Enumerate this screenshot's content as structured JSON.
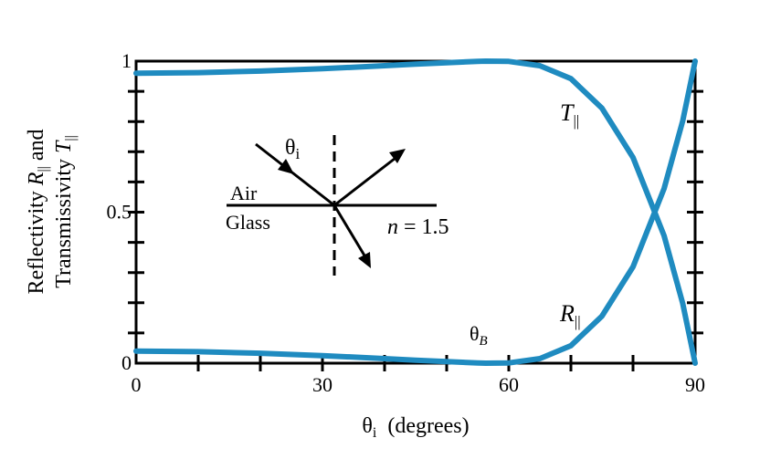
{
  "chart_data": {
    "type": "line",
    "xlabel": "θi (degrees)",
    "xlabel_main": "θ",
    "xlabel_sub": "i",
    "xlabel_rest": "(degrees)",
    "ylabel_line1": "Reflectivity R|| and",
    "ylabel_line2": "Transmissivity T||",
    "ylabel": {
      "line1_main": "Reflectivity ",
      "line1_var": "R",
      "line1_sub": "||",
      "line1_end": " and",
      "line2_main": "Transmissivity ",
      "line2_var": "T",
      "line2_sub": "||"
    },
    "xlim": [
      0,
      90
    ],
    "ylim": [
      0,
      1
    ],
    "x_ticks": [
      "0",
      "30",
      "60",
      "90"
    ],
    "y_ticks": [
      "0",
      "0.5",
      "1"
    ],
    "series": [
      {
        "name": "T||",
        "color": "#1f8bc0",
        "x": [
          0,
          10,
          20,
          30,
          40,
          45,
          50,
          55,
          56.3,
          60,
          65,
          70,
          75,
          80,
          85,
          88,
          90
        ],
        "y": [
          0.96,
          0.962,
          0.967,
          0.975,
          0.985,
          0.99,
          0.995,
          0.999,
          1.0,
          0.999,
          0.985,
          0.942,
          0.844,
          0.681,
          0.422,
          0.198,
          0.0
        ]
      },
      {
        "name": "R||",
        "color": "#1f8bc0",
        "x": [
          0,
          10,
          20,
          30,
          40,
          45,
          50,
          55,
          56.3,
          60,
          65,
          70,
          75,
          80,
          85,
          88,
          90
        ],
        "y": [
          0.04,
          0.038,
          0.033,
          0.025,
          0.015,
          0.01,
          0.005,
          0.001,
          0.0,
          0.001,
          0.015,
          0.058,
          0.156,
          0.319,
          0.578,
          0.802,
          1.0
        ]
      }
    ],
    "annotations": {
      "T_label_var": "T",
      "T_label_sub": "||",
      "R_label_var": "R",
      "R_label_sub": "||",
      "brewster_main": "θ",
      "brewster_sub": "B",
      "inset": {
        "angle_main": "θ",
        "angle_sub": "i",
        "upper_medium": "Air",
        "lower_medium": "Glass",
        "index_label": "n = 1.5",
        "index_var": "n",
        "index_rest": " = 1.5"
      }
    }
  }
}
